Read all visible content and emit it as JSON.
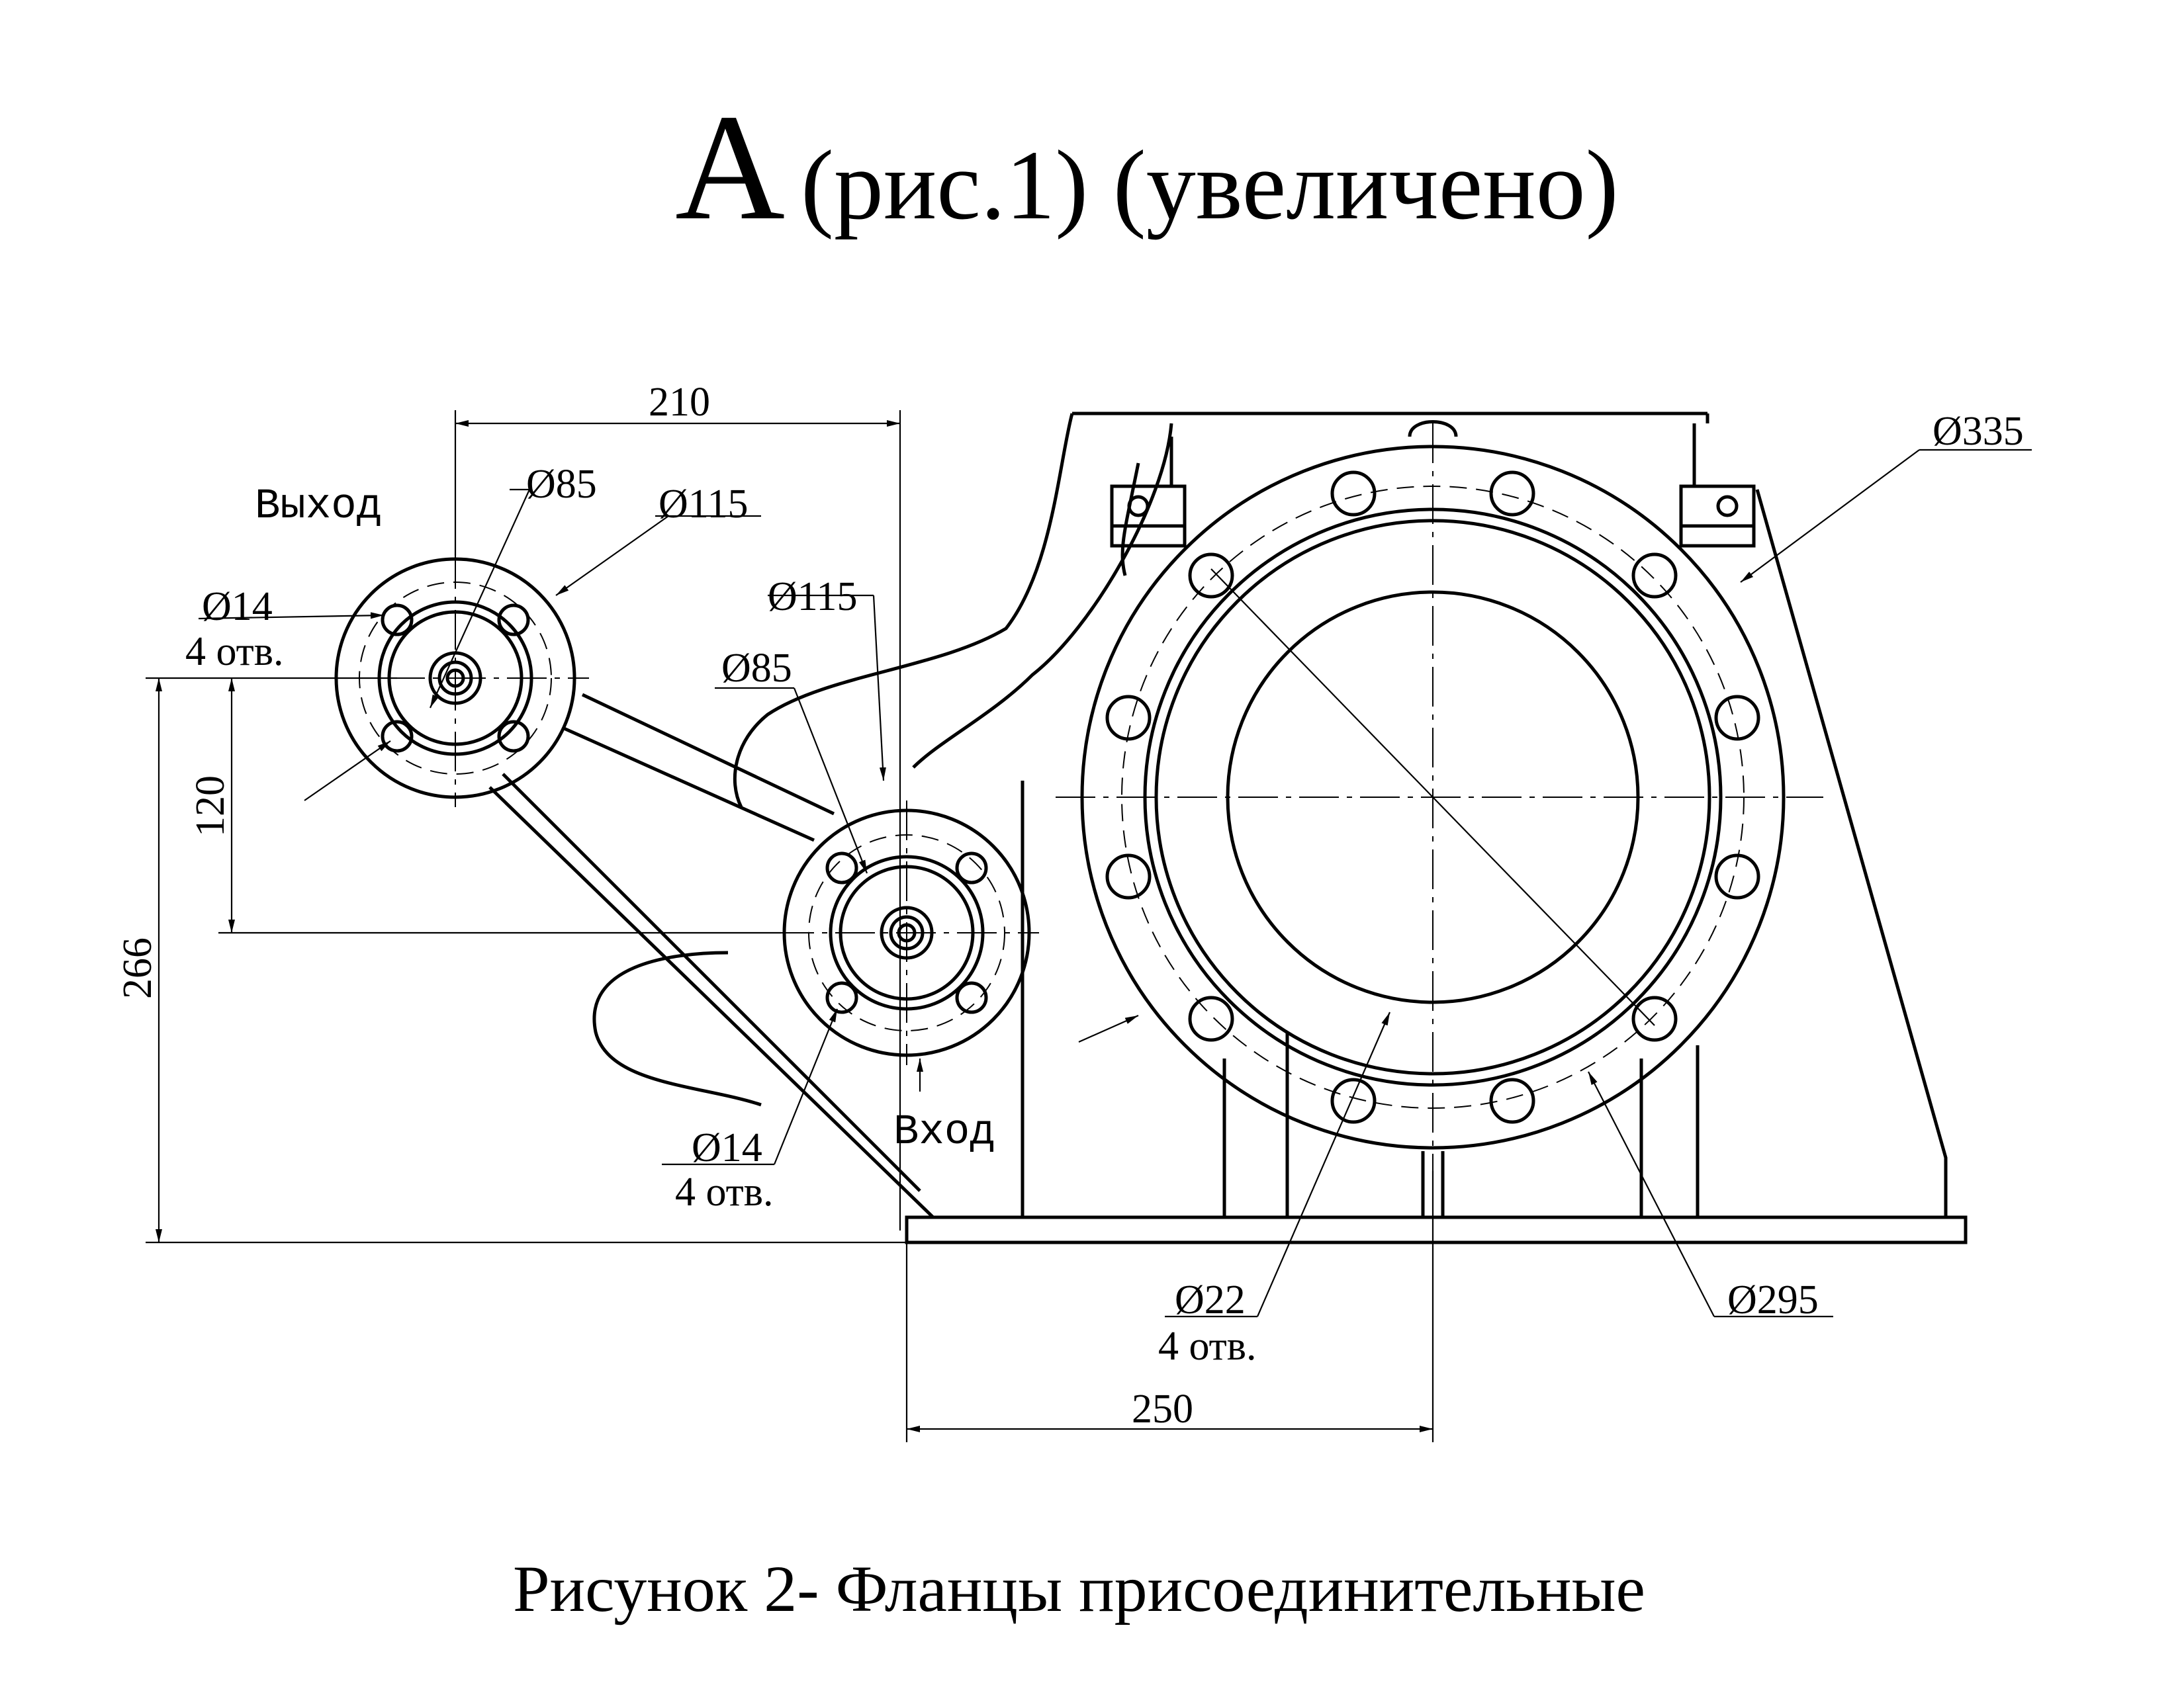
{
  "title": {
    "letter": "А",
    "rest": "(рис.1) (увеличено)"
  },
  "caption": "Рисунок 2- Фланцы присоединительные",
  "labels": {
    "outlet": "Выход",
    "inlet": "Вход"
  },
  "dimensions": {
    "d210": "210",
    "d250": "250",
    "d120": "120",
    "d266": "266",
    "outlet_d85": "Ø85",
    "outlet_d115": "Ø115",
    "outlet_d14": "Ø14",
    "outlet_holes": "4 отв.",
    "inlet_d115": "Ø115",
    "inlet_d85": "Ø85",
    "inlet_d14": "Ø14",
    "inlet_holes": "4 отв.",
    "main_d335": "Ø335",
    "main_d295": "Ø295",
    "main_d22": "Ø22",
    "main_holes": "4 отв."
  }
}
